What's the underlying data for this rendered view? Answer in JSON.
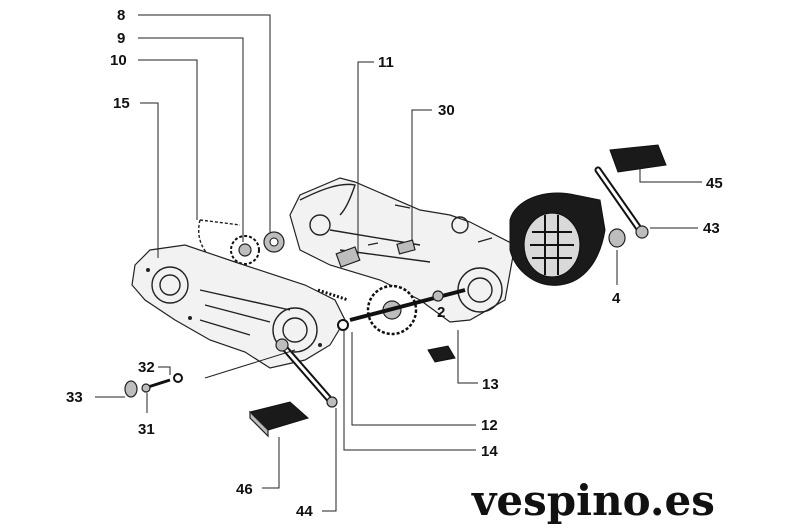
{
  "callouts": [
    {
      "id": "8",
      "text": "8"
    },
    {
      "id": "9",
      "text": "9"
    },
    {
      "id": "10",
      "text": "10"
    },
    {
      "id": "15",
      "text": "15"
    },
    {
      "id": "11",
      "text": "11"
    },
    {
      "id": "30",
      "text": "30"
    },
    {
      "id": "45",
      "text": "45"
    },
    {
      "id": "43",
      "text": "43"
    },
    {
      "id": "4",
      "text": "4"
    },
    {
      "id": "2",
      "text": "2"
    },
    {
      "id": "13",
      "text": "13"
    },
    {
      "id": "32",
      "text": "32"
    },
    {
      "id": "33",
      "text": "33"
    },
    {
      "id": "31",
      "text": "31"
    },
    {
      "id": "12",
      "text": "12"
    },
    {
      "id": "14",
      "text": "14"
    },
    {
      "id": "46",
      "text": "46"
    },
    {
      "id": "44",
      "text": "44"
    }
  ],
  "watermark": "vespino.es"
}
